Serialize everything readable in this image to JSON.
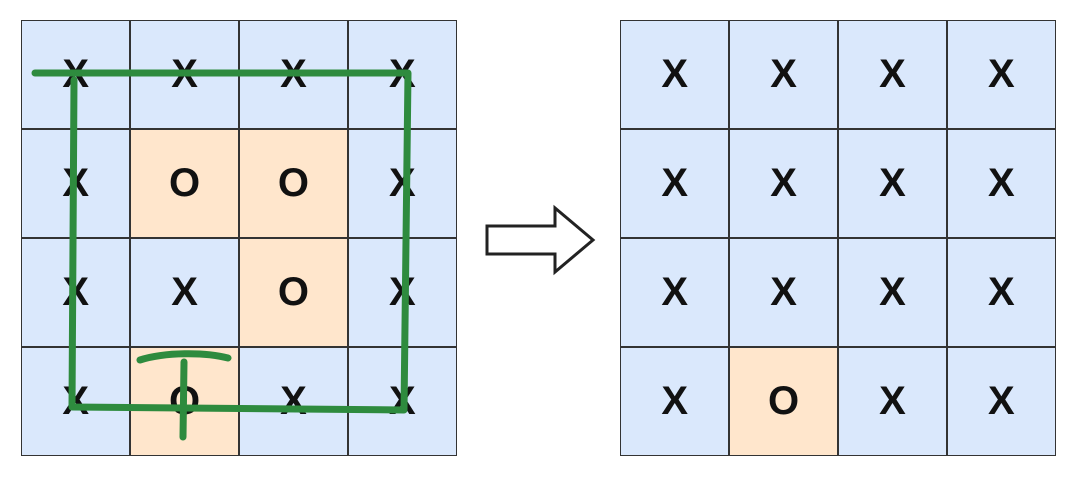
{
  "board_before": {
    "rows": [
      [
        "X",
        "X",
        "X",
        "X"
      ],
      [
        "X",
        "O",
        "O",
        "X"
      ],
      [
        "X",
        "X",
        "O",
        "X"
      ],
      [
        "X",
        "O",
        "X",
        "X"
      ]
    ]
  },
  "board_after": {
    "rows": [
      [
        "X",
        "X",
        "X",
        "X"
      ],
      [
        "X",
        "X",
        "X",
        "X"
      ],
      [
        "X",
        "X",
        "X",
        "X"
      ],
      [
        "X",
        "O",
        "X",
        "X"
      ]
    ]
  },
  "colors": {
    "x_cell": "#dae8fc",
    "o_cell": "#ffe6cc",
    "grid_line": "#333333",
    "annotation": "#2e8b3e"
  }
}
